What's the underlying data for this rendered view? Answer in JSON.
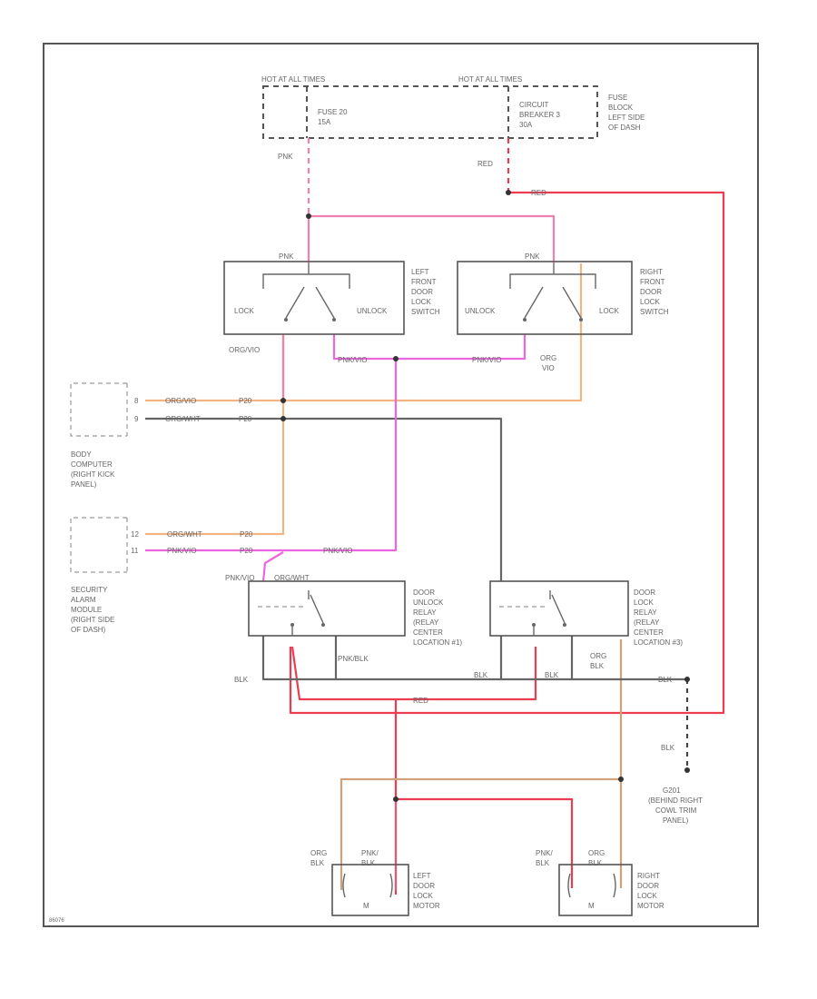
{
  "colors": {
    "pink": "#f080b0",
    "red": "#ec3c50",
    "orange": "#f3b482",
    "gray": "#666666",
    "magenta": "#ee66dd",
    "tan": "#d4a078"
  },
  "fuse_block": {
    "hot_run_left": "HOT AT ALL TIMES",
    "hot_run_right": "HOT AT ALL TIMES",
    "fuse": [
      "FUSE 20",
      "15A"
    ],
    "breaker": [
      "CIRCUIT",
      "BREAKER 3",
      "30A"
    ],
    "label": [
      "FUSE",
      "BLOCK",
      "LEFT SIDE",
      "OF DASH"
    ]
  },
  "wires": {
    "pnk_fuse": "PNK",
    "red_breaker": "RED",
    "red_top": "RED",
    "pnk_left_switch": "PNK",
    "pnk_right_switch": "PNK",
    "org_vio_left": "ORG/VIO",
    "pnk_vio_left": "PNK/VIO",
    "pnk_vio_right": "PNK/VIO",
    "org_vio_right": [
      "ORG",
      "VIO"
    ],
    "bcm_org_vio": "ORG/VIO",
    "bcm_org_wht": "ORG/WHT",
    "sec_org_wht": "ORG/WHT",
    "sec_pnk_vio": "PNK/VIO",
    "sec_pnk_vio2": "PNK/VIO",
    "relay_pnk_vio": "PNK/VIO",
    "relay_org_wht": "ORG/WHT",
    "pnk_blk_relay": "PNK/BLK",
    "blk_left": "BLK",
    "blk_mid": "BLK",
    "blk_mid2": "BLK",
    "org_blk_right": [
      "ORG",
      "BLK"
    ],
    "blk_ground": "BLK",
    "blk_ground2": "BLK",
    "red_bottom": "RED",
    "motor_left_org_blk": [
      "ORG",
      "BLK"
    ],
    "motor_left_pnk_blk": [
      "PNK/",
      "BLK"
    ],
    "motor_right_pnk_blk": [
      "PNK/",
      "BLK"
    ],
    "motor_right_org_blk": [
      "ORG",
      "BLK"
    ]
  },
  "pins": [
    "P20",
    "P20",
    "P20",
    "P20"
  ],
  "connector_pins": [
    "8",
    "9",
    "12",
    "11"
  ],
  "left_switch": {
    "top": "PNK",
    "lock": "LOCK",
    "unlock": "UNLOCK",
    "label": [
      "LEFT",
      "FRONT",
      "DOOR",
      "LOCK",
      "SWITCH"
    ]
  },
  "right_switch": {
    "top": "PNK",
    "lock": "LOCK",
    "unlock": "UNLOCK",
    "label": [
      "RIGHT",
      "FRONT",
      "DOOR",
      "LOCK",
      "SWITCH"
    ]
  },
  "body_computer": [
    "BODY",
    "COMPUTER",
    "(RIGHT KICK",
    "PANEL)"
  ],
  "security_module": [
    "SECURITY",
    "ALARM",
    "MODULE",
    "(RIGHT SIDE",
    "OF DASH)"
  ],
  "unlock_relay": [
    "DOOR",
    "UNLOCK",
    "RELAY",
    "(RELAY",
    "CENTER",
    "LOCATION #1)"
  ],
  "lock_relay": [
    "DOOR",
    "LOCK",
    "RELAY",
    "(RELAY",
    "CENTER",
    "LOCATION #3)"
  ],
  "ground": [
    "G201",
    "(BEHIND RIGHT",
    "COWL TRIM",
    "PANEL)"
  ],
  "left_motor": [
    "LEFT",
    "DOOR",
    "LOCK",
    "MOTOR"
  ],
  "right_motor": [
    "RIGHT",
    "DOOR",
    "LOCK",
    "MOTOR"
  ],
  "motor_symbol": "M",
  "figure_id": "86076"
}
